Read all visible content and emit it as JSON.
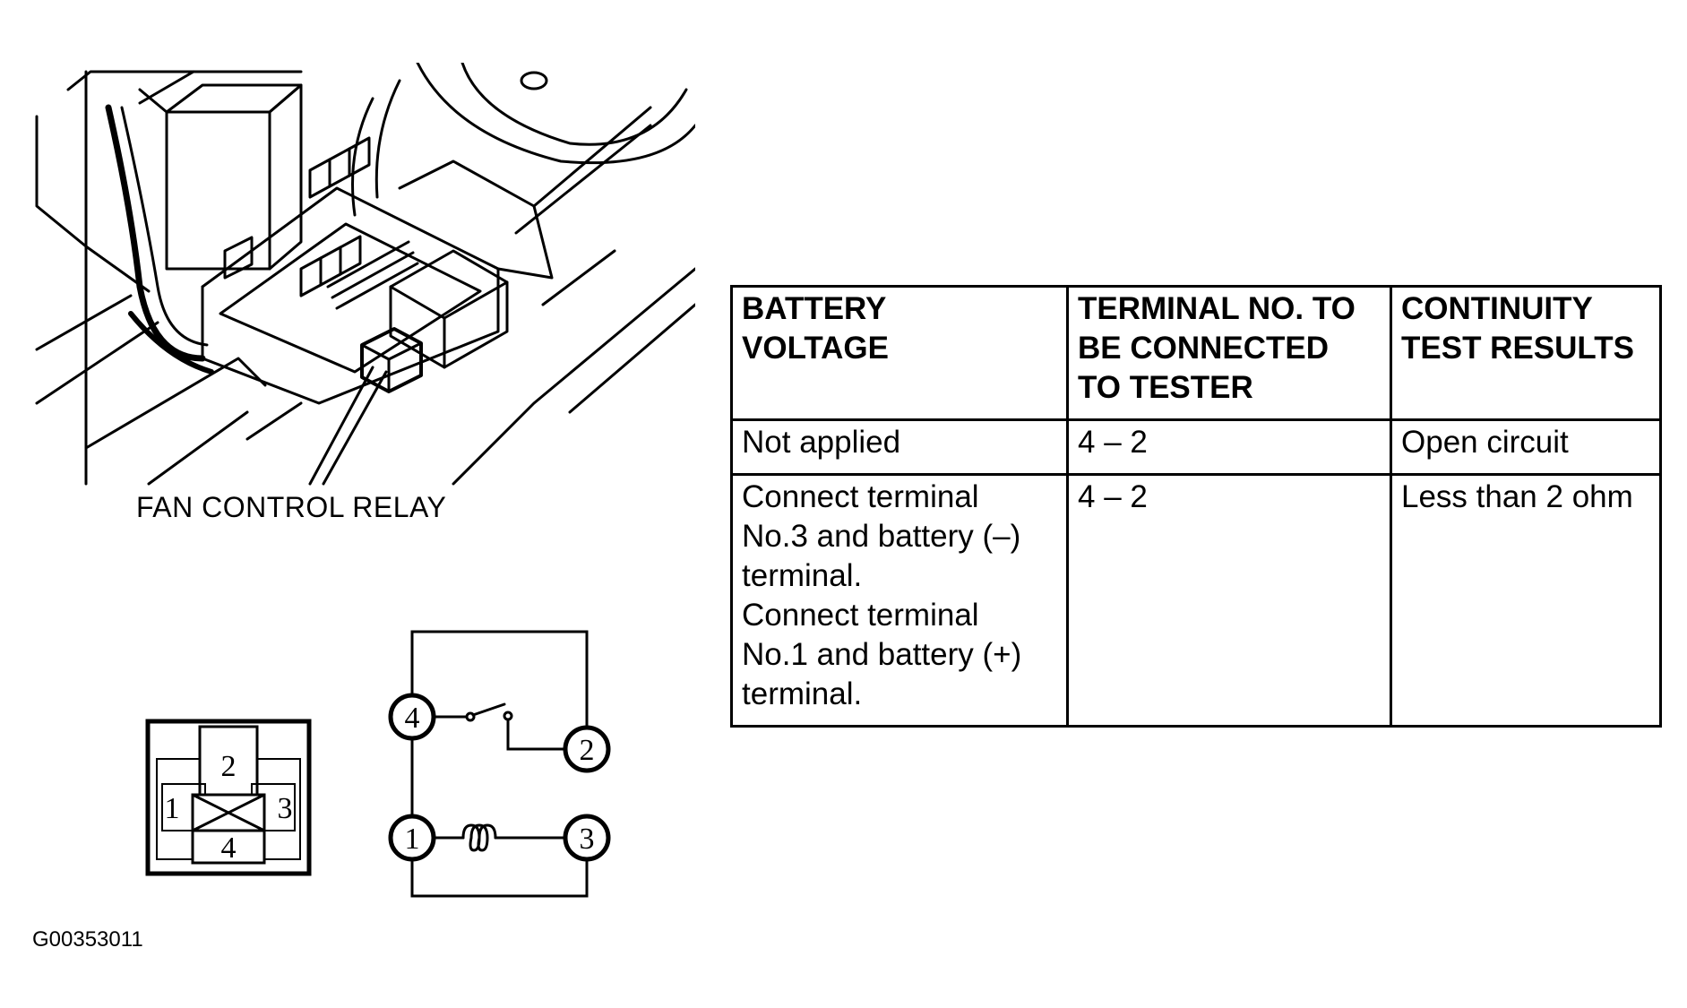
{
  "location_caption": "FAN CONTROL RELAY",
  "figure_id": "G00353011",
  "connector_terminals": [
    "2",
    "1",
    "3",
    "4"
  ],
  "schematic_terminals": [
    "4",
    "2",
    "1",
    "3"
  ],
  "table": {
    "headers": [
      [
        "BATTERY",
        "VOLTAGE"
      ],
      [
        "TERMINAL NO. TO",
        "BE CONNECTED",
        "TO TESTER"
      ],
      [
        "CONTINUITY",
        "TEST RESULTS"
      ]
    ],
    "rows": [
      {
        "voltage": [
          "Not applied"
        ],
        "terminals": "4 – 2",
        "result": "Open circuit"
      },
      {
        "voltage": [
          "Connect terminal",
          "No.3 and battery (–)",
          "terminal.",
          "Connect terminal",
          "No.1 and battery (+)",
          "terminal."
        ],
        "terminals": "4 – 2",
        "result": "Less than 2 ohm"
      }
    ]
  }
}
